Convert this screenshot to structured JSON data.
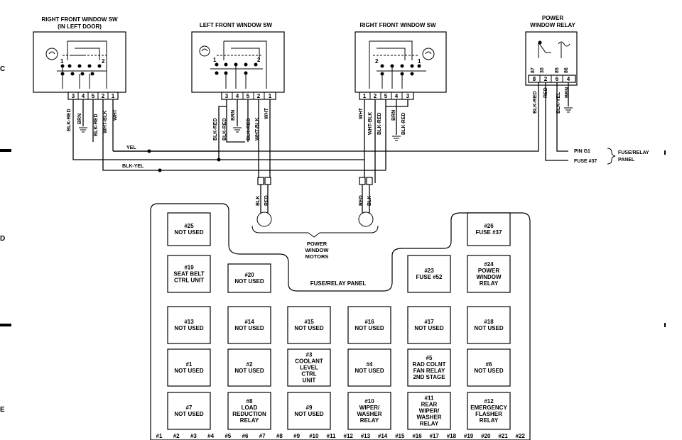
{
  "switches": {
    "right_front_title_1": "RIGHT FRONT WINDOW SW",
    "right_front_title_2": "(IN LEFT DOOR)",
    "left_front_title": "LEFT FRONT WINDOW SW",
    "right_front_2_title": "RIGHT FRONT WINDOW SW",
    "relay_title_1": "POWER",
    "relay_title_2": "WINDOW RELAY"
  },
  "pins": {
    "rf_left": [
      "3",
      "4",
      "5",
      "2",
      "1"
    ],
    "lf": [
      "3",
      "4",
      "5",
      "2",
      "1"
    ],
    "rf_right": [
      "1",
      "2",
      "5",
      "4",
      "3"
    ],
    "relay_top": [
      "87",
      "30",
      "85",
      "86"
    ],
    "relay_bottom": [
      "8",
      "2",
      "6",
      "4"
    ],
    "switch_num_1": "1",
    "switch_num_2": "2"
  },
  "wires": {
    "rf_left": [
      "BLK-RED",
      "BRN",
      "BLK-RED",
      "WHT-BLK",
      "WHT"
    ],
    "lf": [
      "BLK-RED",
      "BLK-RED",
      "BRN",
      "BLK-RED",
      "WHT-BLK",
      "WHT"
    ],
    "rf_right": [
      "WHT",
      "WHT-BLK",
      "BLK-RED",
      "BRN",
      "BLK-RED"
    ],
    "relay": [
      "BLK-RED",
      "RED",
      "BLK-YEL",
      "BRN"
    ],
    "yel": "YEL",
    "blk_yel": "BLK-YEL",
    "motor_left": [
      "BLK",
      "RED"
    ],
    "motor_right": [
      "RED",
      "BLK"
    ]
  },
  "connections": {
    "pin_g1": "PIN G1",
    "fuse_37": "FUSE #37",
    "panel_1": "FUSE/RELAY",
    "panel_2": "PANEL",
    "motors_1": "POWER",
    "motors_2": "WINDOW",
    "motors_3": "MOTORS"
  },
  "panel": {
    "title": "FUSE/RELAY PANEL",
    "cells": [
      {
        "num": "#25",
        "lines": [
          "NOT USED"
        ]
      },
      {
        "num": "#26",
        "lines": [
          "FUSE #37"
        ]
      },
      {
        "num": "#19",
        "lines": [
          "SEAT BELT",
          "CTRL UNIT"
        ]
      },
      {
        "num": "#20",
        "lines": [
          "NOT USED"
        ]
      },
      {
        "num": "#23",
        "lines": [
          "FUSE #52"
        ]
      },
      {
        "num": "#24",
        "lines": [
          "POWER",
          "WINDOW",
          "RELAY"
        ]
      },
      {
        "num": "#13",
        "lines": [
          "NOT USED"
        ]
      },
      {
        "num": "#14",
        "lines": [
          "NOT USED"
        ]
      },
      {
        "num": "#15",
        "lines": [
          "NOT USED"
        ]
      },
      {
        "num": "#16",
        "lines": [
          "NOT USED"
        ]
      },
      {
        "num": "#17",
        "lines": [
          "NOT USED"
        ]
      },
      {
        "num": "#18",
        "lines": [
          "NOT USED"
        ]
      },
      {
        "num": "#1",
        "lines": [
          "NOT USED"
        ]
      },
      {
        "num": "#2",
        "lines": [
          "NOT USED"
        ]
      },
      {
        "num": "#3",
        "lines": [
          "COOLANT",
          "LEVEL",
          "CTRL",
          "UNIT"
        ]
      },
      {
        "num": "#4",
        "lines": [
          "NOT USED"
        ]
      },
      {
        "num": "#5",
        "lines": [
          "RAD COLNT",
          "FAN RELAY",
          "2ND STAGE"
        ]
      },
      {
        "num": "#6",
        "lines": [
          "NOT USED"
        ]
      },
      {
        "num": "#7",
        "lines": [
          "NOT USED"
        ]
      },
      {
        "num": "#8",
        "lines": [
          "LOAD",
          "REDUCTION",
          "RELAY"
        ]
      },
      {
        "num": "#9",
        "lines": [
          "NOT USED"
        ]
      },
      {
        "num": "#10",
        "lines": [
          "WIPER/",
          "WASHER",
          "RELAY"
        ]
      },
      {
        "num": "#11",
        "lines": [
          "REAR",
          "WIPER/",
          "WASHER",
          "RELAY"
        ]
      },
      {
        "num": "#12",
        "lines": [
          "EMERGENCY",
          "FLASHER",
          "RELAY"
        ]
      }
    ],
    "bus": [
      "#1",
      "#2",
      "#3",
      "#4",
      "#5",
      "#6",
      "#7",
      "#8",
      "#9",
      "#10",
      "#11",
      "#12",
      "#13",
      "#14",
      "#15",
      "#16",
      "#17",
      "#18",
      "#19",
      "#20",
      "#21",
      "#22"
    ]
  },
  "edge": [
    "C",
    "D",
    "E"
  ]
}
